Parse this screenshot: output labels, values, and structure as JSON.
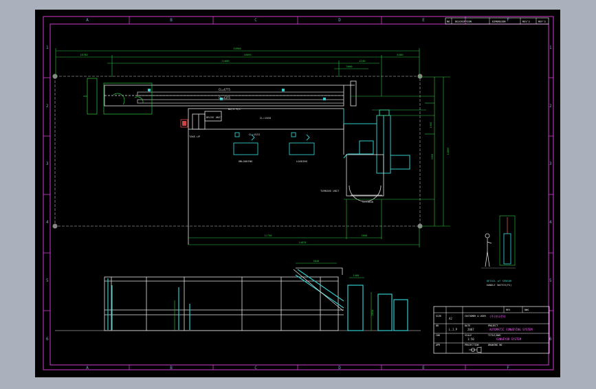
{
  "grid": {
    "cols": [
      "A",
      "B",
      "C",
      "D",
      "E",
      "F"
    ],
    "rows": [
      "1",
      "2",
      "3",
      "4",
      "5",
      "6"
    ]
  },
  "title_block_top": {
    "headers": [
      "NO",
      "DESCRIPTION",
      "DIMENSION",
      "REV'S",
      "REF'S"
    ]
  },
  "plan": {
    "overall_dim": "34900",
    "dims_top": [
      "10780",
      "16095",
      "8300"
    ],
    "dims_second": [
      "21680",
      "4240"
    ],
    "dim_small": "2600",
    "belt_upper": "CL=4775",
    "belt_lower": "CL=4375",
    "label_drive": "BD/3 M/C",
    "label_drive2": "DRIVE UNIT",
    "label_take_up": "TAKE-UP",
    "belt_mid1": "CL=1560",
    "belt_mid2": "CL=1533",
    "label_unloading": "UNLOADING",
    "label_loading": "LOADING",
    "label_turn": "TURNING UNIT",
    "belt_bottom": "CL=1600",
    "dims_bottom": [
      "11750",
      "2600"
    ],
    "dim_bottom_total": "14870",
    "dims_right": [
      "1500",
      "3300",
      "13860"
    ]
  },
  "elevation": {
    "dim_top": "5040",
    "dim_small": "1400",
    "dim_height": "2854"
  },
  "detail": {
    "caption1": "DETAIL of SENSOR",
    "caption2": "HANDLE SWITCH(FS)"
  },
  "title_block": {
    "customer_label": "CUSTOMER & USER",
    "customer_value": "(주)한국전자",
    "size_label": "SIZE",
    "size_value": "A2",
    "date_label": "DATE",
    "date_value": "2007",
    "project_label": "PROJECT",
    "project_value": "AUTOMATIC CONVEYING SYSTEM",
    "dr_label": "DR",
    "dr_value": "L.J.P",
    "scale_label": "SCALE",
    "scale_value": "1:50",
    "title_label": "TITLE/DWG",
    "title_value": "CONVEYOR SYSTEM",
    "chk_label": "CHK",
    "apr_label": "APR",
    "projection_label": "PROJECTION",
    "drawing_label": "DRAWING NO",
    "rev_label": "REV",
    "page_label": "DWG"
  }
}
